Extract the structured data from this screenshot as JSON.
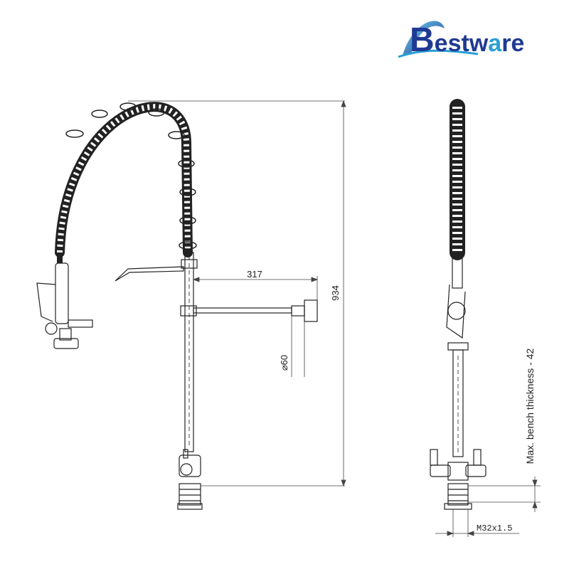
{
  "brand": {
    "name": "Bestware",
    "wordmark_first": "B",
    "wordmark_rest": "estw",
    "wordmark_end": "re",
    "colors": {
      "primary": "#1f3a93",
      "accent": "#2a9fd6",
      "light": "#6fd0f0"
    }
  },
  "front_view": {
    "dim_reach": "317",
    "dim_height": "934",
    "dim_diameter": "60"
  },
  "side_view": {
    "bench_note": "Max. bench thickness - 42",
    "thread_label": "M32x1.5"
  },
  "colors": {
    "line": "#222222",
    "dim": "#444444"
  }
}
